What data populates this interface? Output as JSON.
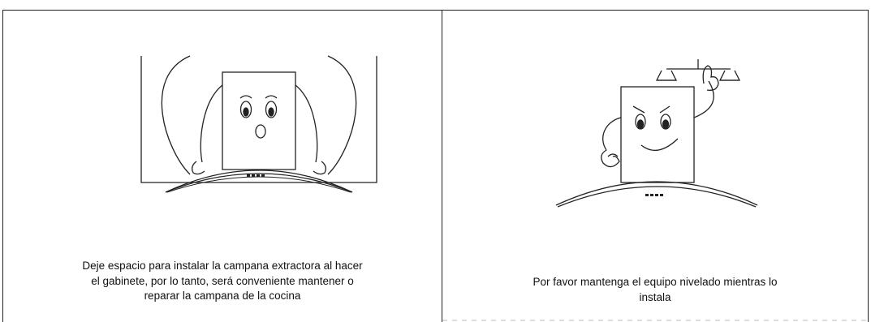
{
  "panels": [
    {
      "caption_lines": [
        "Deje espacio para instalar la campana extractora al hacer",
        "el gabinete, por lo tanto, será conveniente mantener o",
        "reparar la campana de la cocina"
      ]
    },
    {
      "caption_lines": [
        "Por favor mantenga el equipo nivelado mientras lo",
        "instala"
      ]
    }
  ]
}
